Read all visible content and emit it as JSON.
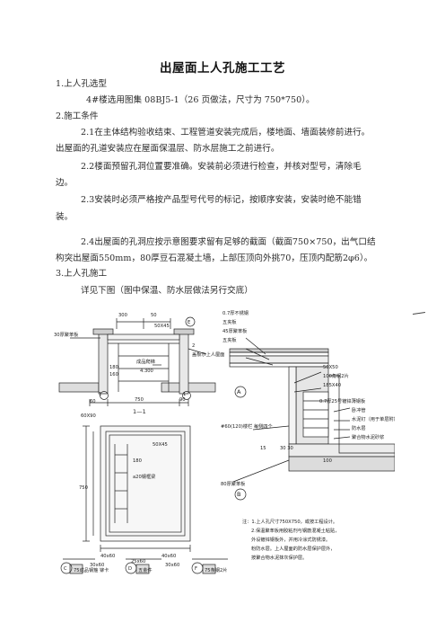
{
  "doc": {
    "title": "出屋面上人孔施工工艺",
    "s1_heading": "1.上人孔选型",
    "s1_body": "4#楼选用图集 08BJ5-1（26 页做法，尺寸为 750*750）。",
    "s2_heading": "2.施工条件",
    "s2_1_line1": "2.1在主体结构验收结束、工程管道安装完成后，楼地面、墙面装修前进行。",
    "s2_1_line2": "出屋面的孔道安装应在屋面保温层、防水层施工之前进行。",
    "s2_2_line1": "2.2楼面预留孔洞位置要准确。安装前必须进行检查，并核对型号，清除毛",
    "s2_2_line2": "边。",
    "s2_3_line1": "2.3安装时必须严格按产品型号代号的标记，按顺序安装，安装时绝不能错",
    "s2_3_line2": "装。",
    "s2_4_line1": "2.4出屋面的孔洞应按示意图要求留有足够的截面（截面750×750，出气口结",
    "s2_4_line2": "构突出屋面550mm，80厚豆石混凝土墙，上部压顶向外挑70，压顶内配筋2φ6）。",
    "s3_heading": "3.上人孔施工",
    "s3_body": "详见下图（图中保温、防水层做法另行交底）"
  },
  "drawing": {
    "section_label": "1—1",
    "dim_300": "300",
    "dim_50": "50",
    "dim_50x45": "50X45",
    "dim_750": "750",
    "dim_40x60_a": "40x60",
    "dim_40x60_b": "40x60",
    "dim_30x60_a": "30x60",
    "dim_25x60": "25x60",
    "dim_30x60_b": "30x60",
    "dim_180": "180",
    "dim_160": "160",
    "dim_60": "60",
    "dim_90": "90",
    "dim_60x90": "60X90",
    "dim_4300": "4.300",
    "note_chengpin": "成品爬梯",
    "note_shangren": "盖板示上人屋面",
    "note_mubankuang": "30厚聚苯板",
    "note_kuangjia": "a20钢框梁",
    "inner_50x45": "50X45",
    "inner_180": "180",
    "label_1": "1",
    "label_2": "2",
    "marker_A": "A",
    "marker_B": "B",
    "marker_C": "C",
    "marker_D": "D",
    "marker_E": "E",
    "marker_F": "F",
    "cap_C": "75成品钢箍 铆卡",
    "cap_D": "五金件",
    "cap_F": "75条钢2片",
    "r_07": "0.7厚不锈钢",
    "r_wuju": "五夹板",
    "r_45": "45厚聚苯板",
    "r_wujia": "五夹板",
    "r_50x50": "50X50",
    "r_100": "100角钢2片",
    "r_185": "185X40",
    "r_07b": "0.7厚25号镀锌薄钢板",
    "r_youmao": "卧冲管",
    "r_jiancheng": "水泥钉（用于单层附加层）",
    "r_fangshui": "防水层",
    "r_juhe": "聚合物水泥砂浆",
    "r_60120": "#60(120)楼栏 每侧四个",
    "r_100b": "100",
    "r_80": "80厚聚苯板",
    "r_15": "15",
    "r_3030": "30 30",
    "note_line1": "注：1.上人孔尺寸750X750，或按工程设计。",
    "note_line2": "2.保温聚苯板用胶粘剂与钢筋混凝土粘贴，",
    "note_line3": "外设镀锌钢板外，并用冷涂式防锈漆。",
    "note_line4": "粉防水层。上人屋面的防水层保护层外，",
    "note_line5": "按聚合物水泥抹灰保护层。"
  }
}
